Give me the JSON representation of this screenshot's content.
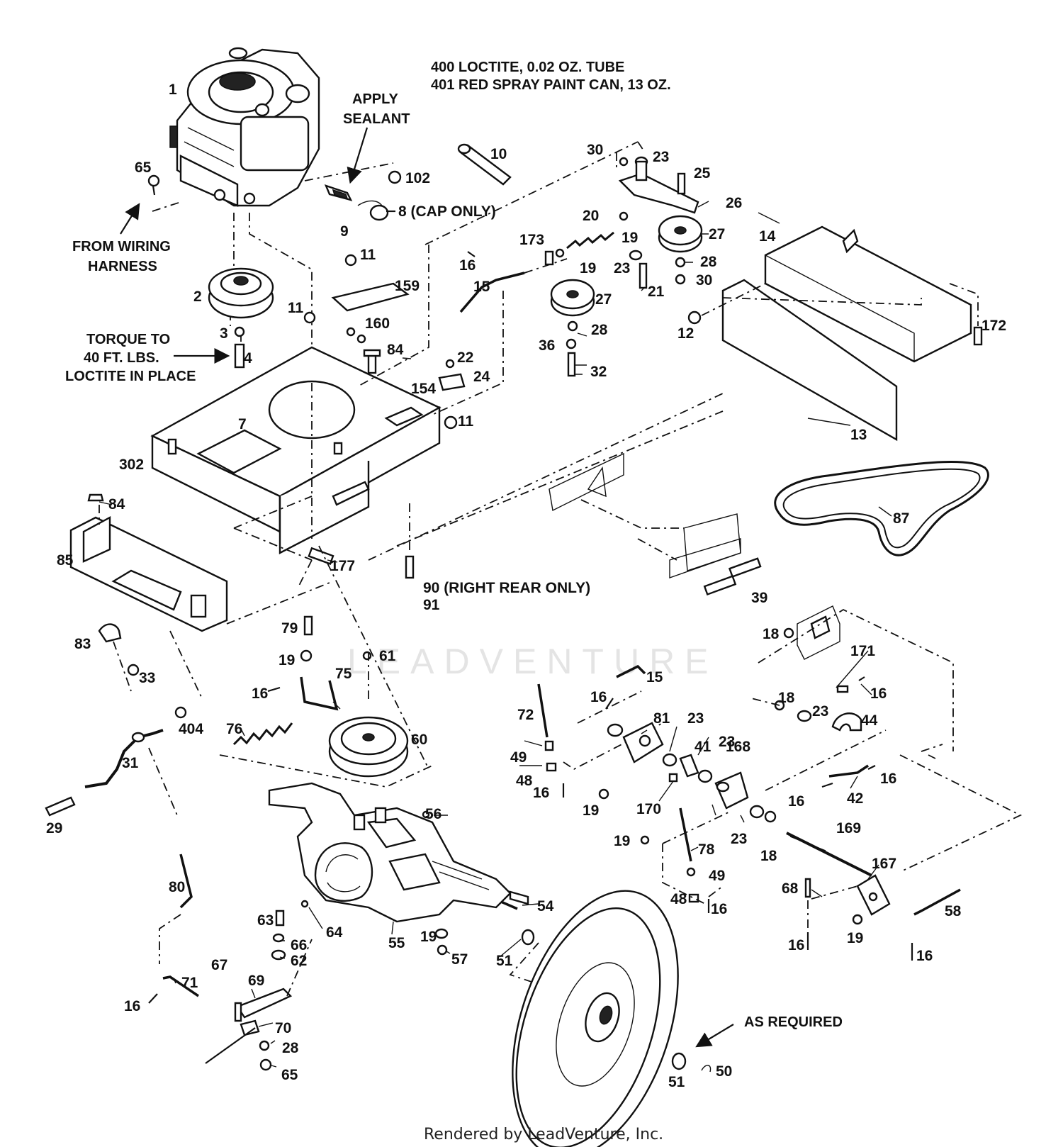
{
  "notes": {
    "note_400": "400  LOCTITE, 0.02 OZ. TUBE",
    "note_401": "401  RED SPRAY PAINT CAN, 13 OZ.",
    "apply_1": "APPLY",
    "apply_2": "SEALANT",
    "wiring_1": "FROM WIRING",
    "wiring_2": "HARNESS",
    "torque_1": "TORQUE TO",
    "torque_2": "40 FT. LBS.",
    "torque_3": "LOCTITE IN PLACE",
    "as_required": "AS REQUIRED",
    "cap_only": "8 (CAP ONLY)",
    "right_rear": "90 (RIGHT REAR ONLY)",
    "watermark": "LEADVENTURE",
    "footer": "Rendered by LeadVenture, Inc."
  },
  "callouts": {
    "c1": "1",
    "c2": "2",
    "c3": "3",
    "c4": "4",
    "c7": "7",
    "c9": "9",
    "c10": "10",
    "c11a": "11",
    "c11b": "11",
    "c11c": "11",
    "c12": "12",
    "c13": "13",
    "c14": "14",
    "c15a": "15",
    "c15b": "15",
    "c16a": "16",
    "c16b": "16",
    "c16c": "16",
    "c16d": "16",
    "c16e": "16",
    "c16f": "16",
    "c16g": "16",
    "c16h": "16",
    "c16i": "16",
    "c16j": "16",
    "c16k": "16",
    "c18a": "18",
    "c18b": "18",
    "c18c": "18",
    "c19a": "19",
    "c19b": "19",
    "c19c": "19",
    "c19d": "19",
    "c19e": "19",
    "c19f": "19",
    "c19g": "19",
    "c20": "20",
    "c21": "21",
    "c22": "22",
    "c23a": "23",
    "c23b": "23",
    "c23c": "23",
    "c23d": "23",
    "c23e": "23",
    "c23f": "23",
    "c24": "24",
    "c25": "25",
    "c26": "26",
    "c27a": "27",
    "c27b": "27",
    "c28a": "28",
    "c28b": "28",
    "c28c": "28",
    "c29": "29",
    "c30a": "30",
    "c30b": "30",
    "c31": "31",
    "c32": "32",
    "c33": "33",
    "c36": "36",
    "c39": "39",
    "c41": "41",
    "c42": "42",
    "c44": "44",
    "c48a": "48",
    "c48b": "48",
    "c49a": "49",
    "c49b": "49",
    "c50": "50",
    "c51a": "51",
    "c51b": "51",
    "c54": "54",
    "c55": "55",
    "c56": "56",
    "c57": "57",
    "c58": "58",
    "c60": "60",
    "c61": "61",
    "c62": "62",
    "c63": "63",
    "c64": "64",
    "c65a": "65",
    "c65b": "65",
    "c66": "66",
    "c67": "67",
    "c68": "68",
    "c69": "69",
    "c70": "70",
    "c71": "71",
    "c72": "72",
    "c75": "75",
    "c76": "76",
    "c78": "78",
    "c79": "79",
    "c80": "80",
    "c81": "81",
    "c83": "83",
    "c84a": "84",
    "c84b": "84",
    "c85": "85",
    "c87": "87",
    "c91": "91",
    "c102": "102",
    "c154": "154",
    "c159": "159",
    "c160": "160",
    "c167": "167",
    "c168": "168",
    "c169": "169",
    "c170": "170",
    "c171": "171",
    "c172": "172",
    "c173": "173",
    "c177": "177",
    "c302": "302",
    "c404": "404"
  }
}
